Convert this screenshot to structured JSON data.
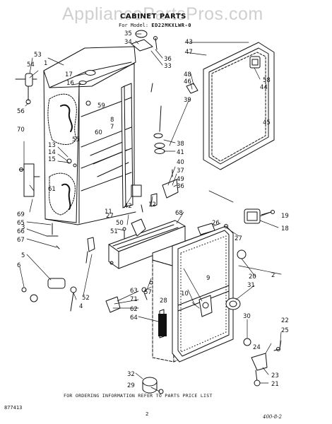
{
  "watermark": "AppliancePartsPros.com",
  "header": {
    "title": "CABINET PARTS",
    "model_label": "For Model:",
    "model_number": "ED22MKXLWR-0"
  },
  "callouts": [
    "1",
    "2",
    "3",
    "4",
    "5",
    "6",
    "7",
    "8",
    "9",
    "10",
    "11",
    "12",
    "13",
    "14",
    "15",
    "16",
    "17",
    "18",
    "19",
    "20",
    "21",
    "22",
    "23",
    "24",
    "25",
    "26",
    "27",
    "27",
    "28",
    "29",
    "30",
    "31",
    "32",
    "33",
    "34",
    "35",
    "36",
    "36",
    "37",
    "38",
    "39",
    "40",
    "41",
    "42",
    "43",
    "44",
    "45",
    "46",
    "47",
    "48",
    "49",
    "50",
    "51",
    "52",
    "53",
    "54",
    "55",
    "56",
    "57",
    "58",
    "59",
    "60",
    "61",
    "62",
    "63",
    "64",
    "65",
    "66",
    "67",
    "68",
    "69",
    "70",
    "71"
  ],
  "footer": {
    "ordering_note": "FOR ORDERING INFORMATION REFER TO PARTS PRICE LIST",
    "doc_code": "877413",
    "page_number": "2",
    "handwritten": "400-8-2"
  },
  "colors": {
    "ink": "#111111",
    "watermark": "#cfcfcf",
    "paper": "#ffffff"
  }
}
